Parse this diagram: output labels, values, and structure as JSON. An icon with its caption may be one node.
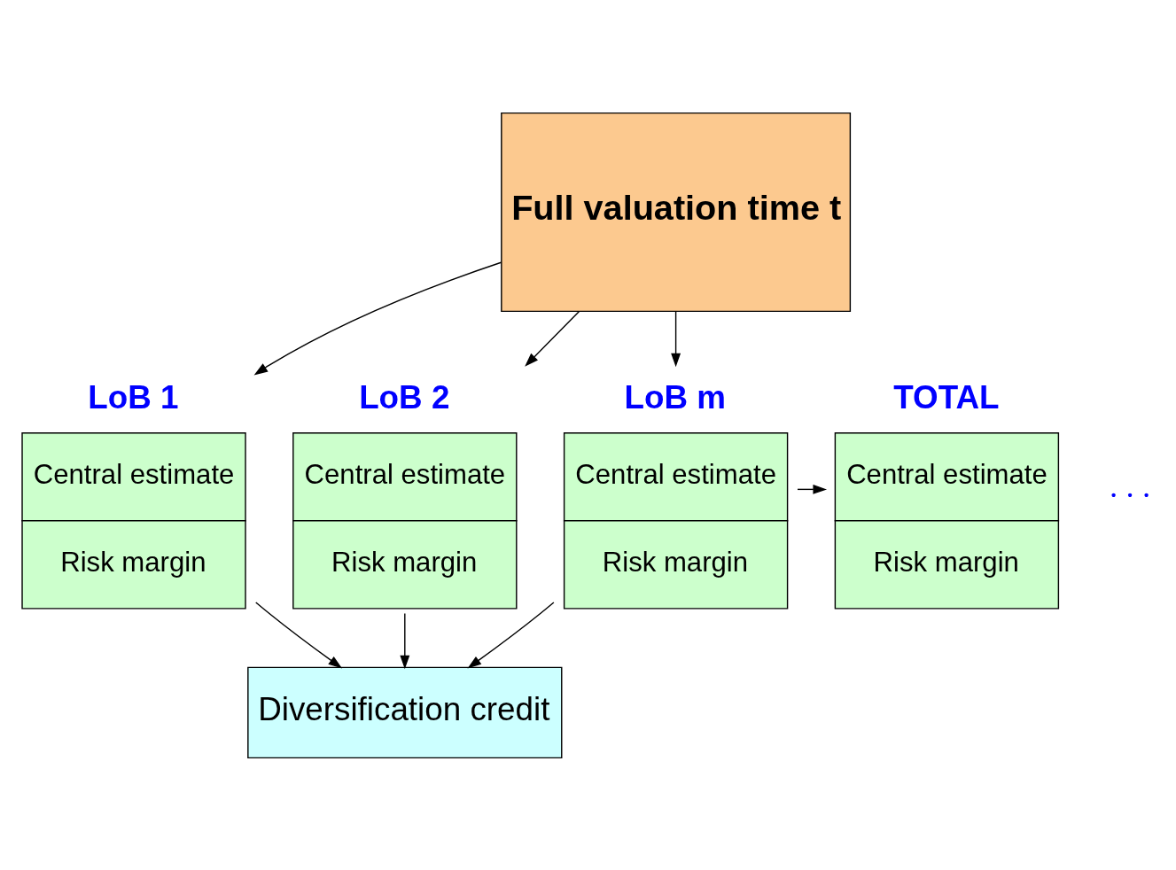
{
  "diagram": {
    "nodes": [
      {
        "text": [
          "Full valuation time t"
        ]
      },
      {
        "text": [
          "LoB 1",
          "Central estimate",
          "Risk margin"
        ]
      },
      {
        "text": [
          "LoB 2",
          "Central estimate",
          "Risk margin"
        ]
      },
      {
        "text": [
          "LoB m",
          "Central estimate",
          "Risk margin"
        ]
      },
      {
        "text": [
          "TOTAL",
          "Central estimate",
          "Risk margin"
        ]
      },
      {
        "text": [
          "Diversification credit"
        ]
      }
    ],
    "edges": [
      {
        "from": 0,
        "to": 1,
        "arrow": "to"
      },
      {
        "from": 0,
        "to": 2,
        "arrow": "to"
      },
      {
        "from": 0,
        "to": 3,
        "arrow": "to"
      },
      {
        "from": 3,
        "to": 4,
        "arrow": "to"
      },
      {
        "from": 1,
        "to": 5,
        "arrow": "to"
      },
      {
        "from": 2,
        "to": 5,
        "arrow": "to"
      },
      {
        "from": 3,
        "to": 5,
        "arrow": "to"
      }
    ],
    "labels": [
      ". . ."
    ]
  }
}
